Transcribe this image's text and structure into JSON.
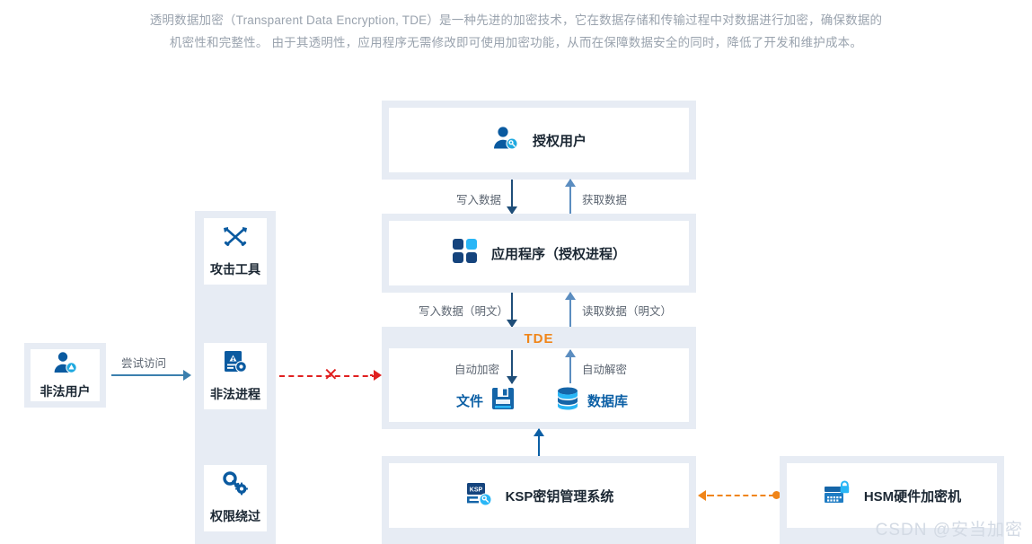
{
  "header": {
    "line1": "透明数据加密（Transparent Data Encryption, TDE）是一种先进的加密技术，它在数据存储和传输过程中对数据进行加密，确保数据的",
    "line2": "机密性和完整性。 由于其透明性，应用程序无需修改即可使用加密功能，从而在保障数据安全的同时，降低了开发和维护成本。"
  },
  "nodes": {
    "authorized_user": {
      "label": "授权用户",
      "icon": "user-key-icon"
    },
    "application": {
      "label": "应用程序（授权进程）",
      "icon": "app-squares-icon"
    },
    "tde": {
      "title": "TDE",
      "title_color": "#f08519"
    },
    "file": {
      "label": "文件",
      "icon": "floppy-disk-icon"
    },
    "database": {
      "label": "数据库",
      "icon": "database-icon"
    },
    "ksp": {
      "label": "KSP密钥管理系统",
      "icon": "ksp-monitor-icon",
      "badge": "KSP"
    },
    "hsm": {
      "label": "HSM硬件加密机",
      "icon": "hsm-server-lock-icon"
    },
    "illegal_user": {
      "label": "非法用户",
      "icon": "user-warning-icon"
    }
  },
  "threats": [
    {
      "label": "攻击工具",
      "icon": "crossed-swords-icon"
    },
    {
      "label": "非法进程",
      "icon": "warning-document-icon"
    },
    {
      "label": "权限绕过",
      "icon": "key-gear-icon"
    }
  ],
  "flows": {
    "write_data": "写入数据",
    "fetch_data": "获取数据",
    "write_data_plain": "写入数据（明文）",
    "read_data_plain": "读取数据（明文）",
    "auto_encrypt": "自动加密",
    "auto_decrypt": "自动解密",
    "try_access": "尝试访问"
  },
  "colors": {
    "band": "#e7ecf4",
    "panel": "#ffffff",
    "accent_orange": "#f08519",
    "blocked_red": "#e02020",
    "arrow_navy": "#1f4e79",
    "arrow_steel": "#5b8dc0",
    "arrow_blue": "#0b5fa5",
    "icon_dark_blue": "#0a5aa0",
    "icon_cyan": "#29b6f6"
  },
  "watermark": "CSDN @安当加密"
}
